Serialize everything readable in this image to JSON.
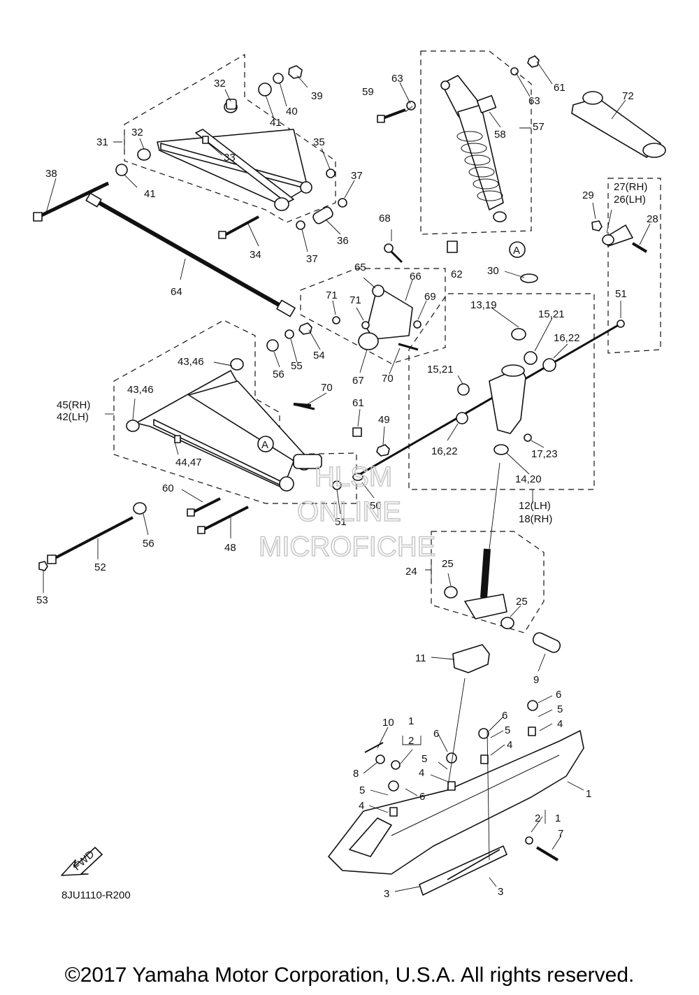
{
  "diagram": {
    "code": "8JU1110-R200",
    "fwd_label": "FWD",
    "section_marker": "A",
    "callouts": [
      "1",
      "2",
      "3",
      "4",
      "5",
      "6",
      "7",
      "8",
      "9",
      "10",
      "11",
      "12(LH)",
      "18(RH)",
      "13,19",
      "14,20",
      "15,21",
      "16,22",
      "17,23",
      "24",
      "25",
      "26(LH)",
      "27(RH)",
      "28",
      "29",
      "30",
      "31",
      "32",
      "33",
      "34",
      "35",
      "36",
      "37",
      "38",
      "39",
      "40",
      "41",
      "42(LH)",
      "45(RH)",
      "43,46",
      "44,47",
      "48",
      "49",
      "50",
      "51",
      "52",
      "53",
      "54",
      "55",
      "56",
      "57",
      "58",
      "59",
      "60",
      "61",
      "62",
      "63",
      "64",
      "65",
      "66",
      "67",
      "68",
      "69",
      "70",
      "71",
      "72"
    ]
  },
  "watermark": {
    "line1": "HLSM",
    "line2": "ONLINE",
    "line3": "MICROFICHE"
  },
  "copyright": "©2017 Yamaha Motor Corporation, U.S.A. All rights reserved."
}
